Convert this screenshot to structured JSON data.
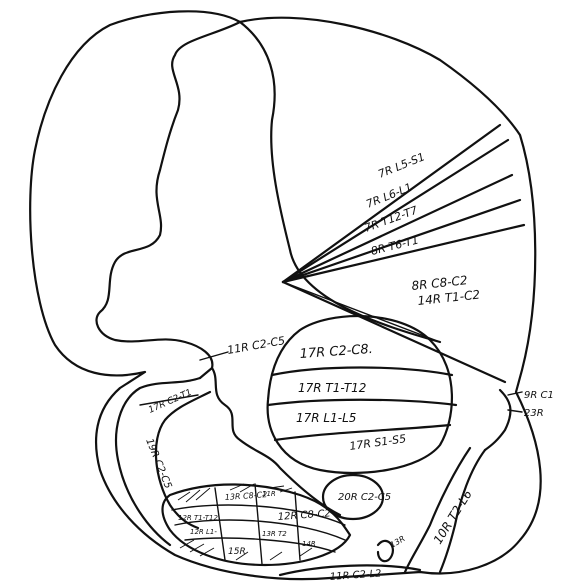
{
  "labels": {
    "r11_c2_c5": "11R C2-C5",
    "r7_l5_s1": "7R L5-S1",
    "r7_l6_l1": "7R L6-L1",
    "r7_t12_t7": "7R T12-T7",
    "r8_t6_t1": "8R T6-T1",
    "r8_c8_c2": "8R C8-C2",
    "r14_t1_c2": "14R T1-C2",
    "r17_c2_c8": "17R C2-C8.",
    "r17_t1_t12": "17R T1-T12",
    "r17_l1_l5": "17R L1-L5",
    "r17_s1_s5": "17R S1-S5",
    "r20_c2_c5": "20R C2-C5",
    "r17_c2_t1": "17R C2-T1",
    "r19_c2_c5": "19R C2-C5",
    "r9_c1": "9R C1",
    "r23": "23R",
    "r10_t2_l6": "10R T2-L6",
    "r13_c8_c2_small": "13R C8-C2",
    "r12_c8_c2": "12R C8-C2",
    "r15": "15R",
    "r11_c2_l2": "11R C2-L2",
    "r13": "13R",
    "r12_t1": "12R T1-T12",
    "r12_lumbar": "12R L1-",
    "r13_t2": "13R T2",
    "r14": "14R",
    "r11_hatch": "11R"
  }
}
